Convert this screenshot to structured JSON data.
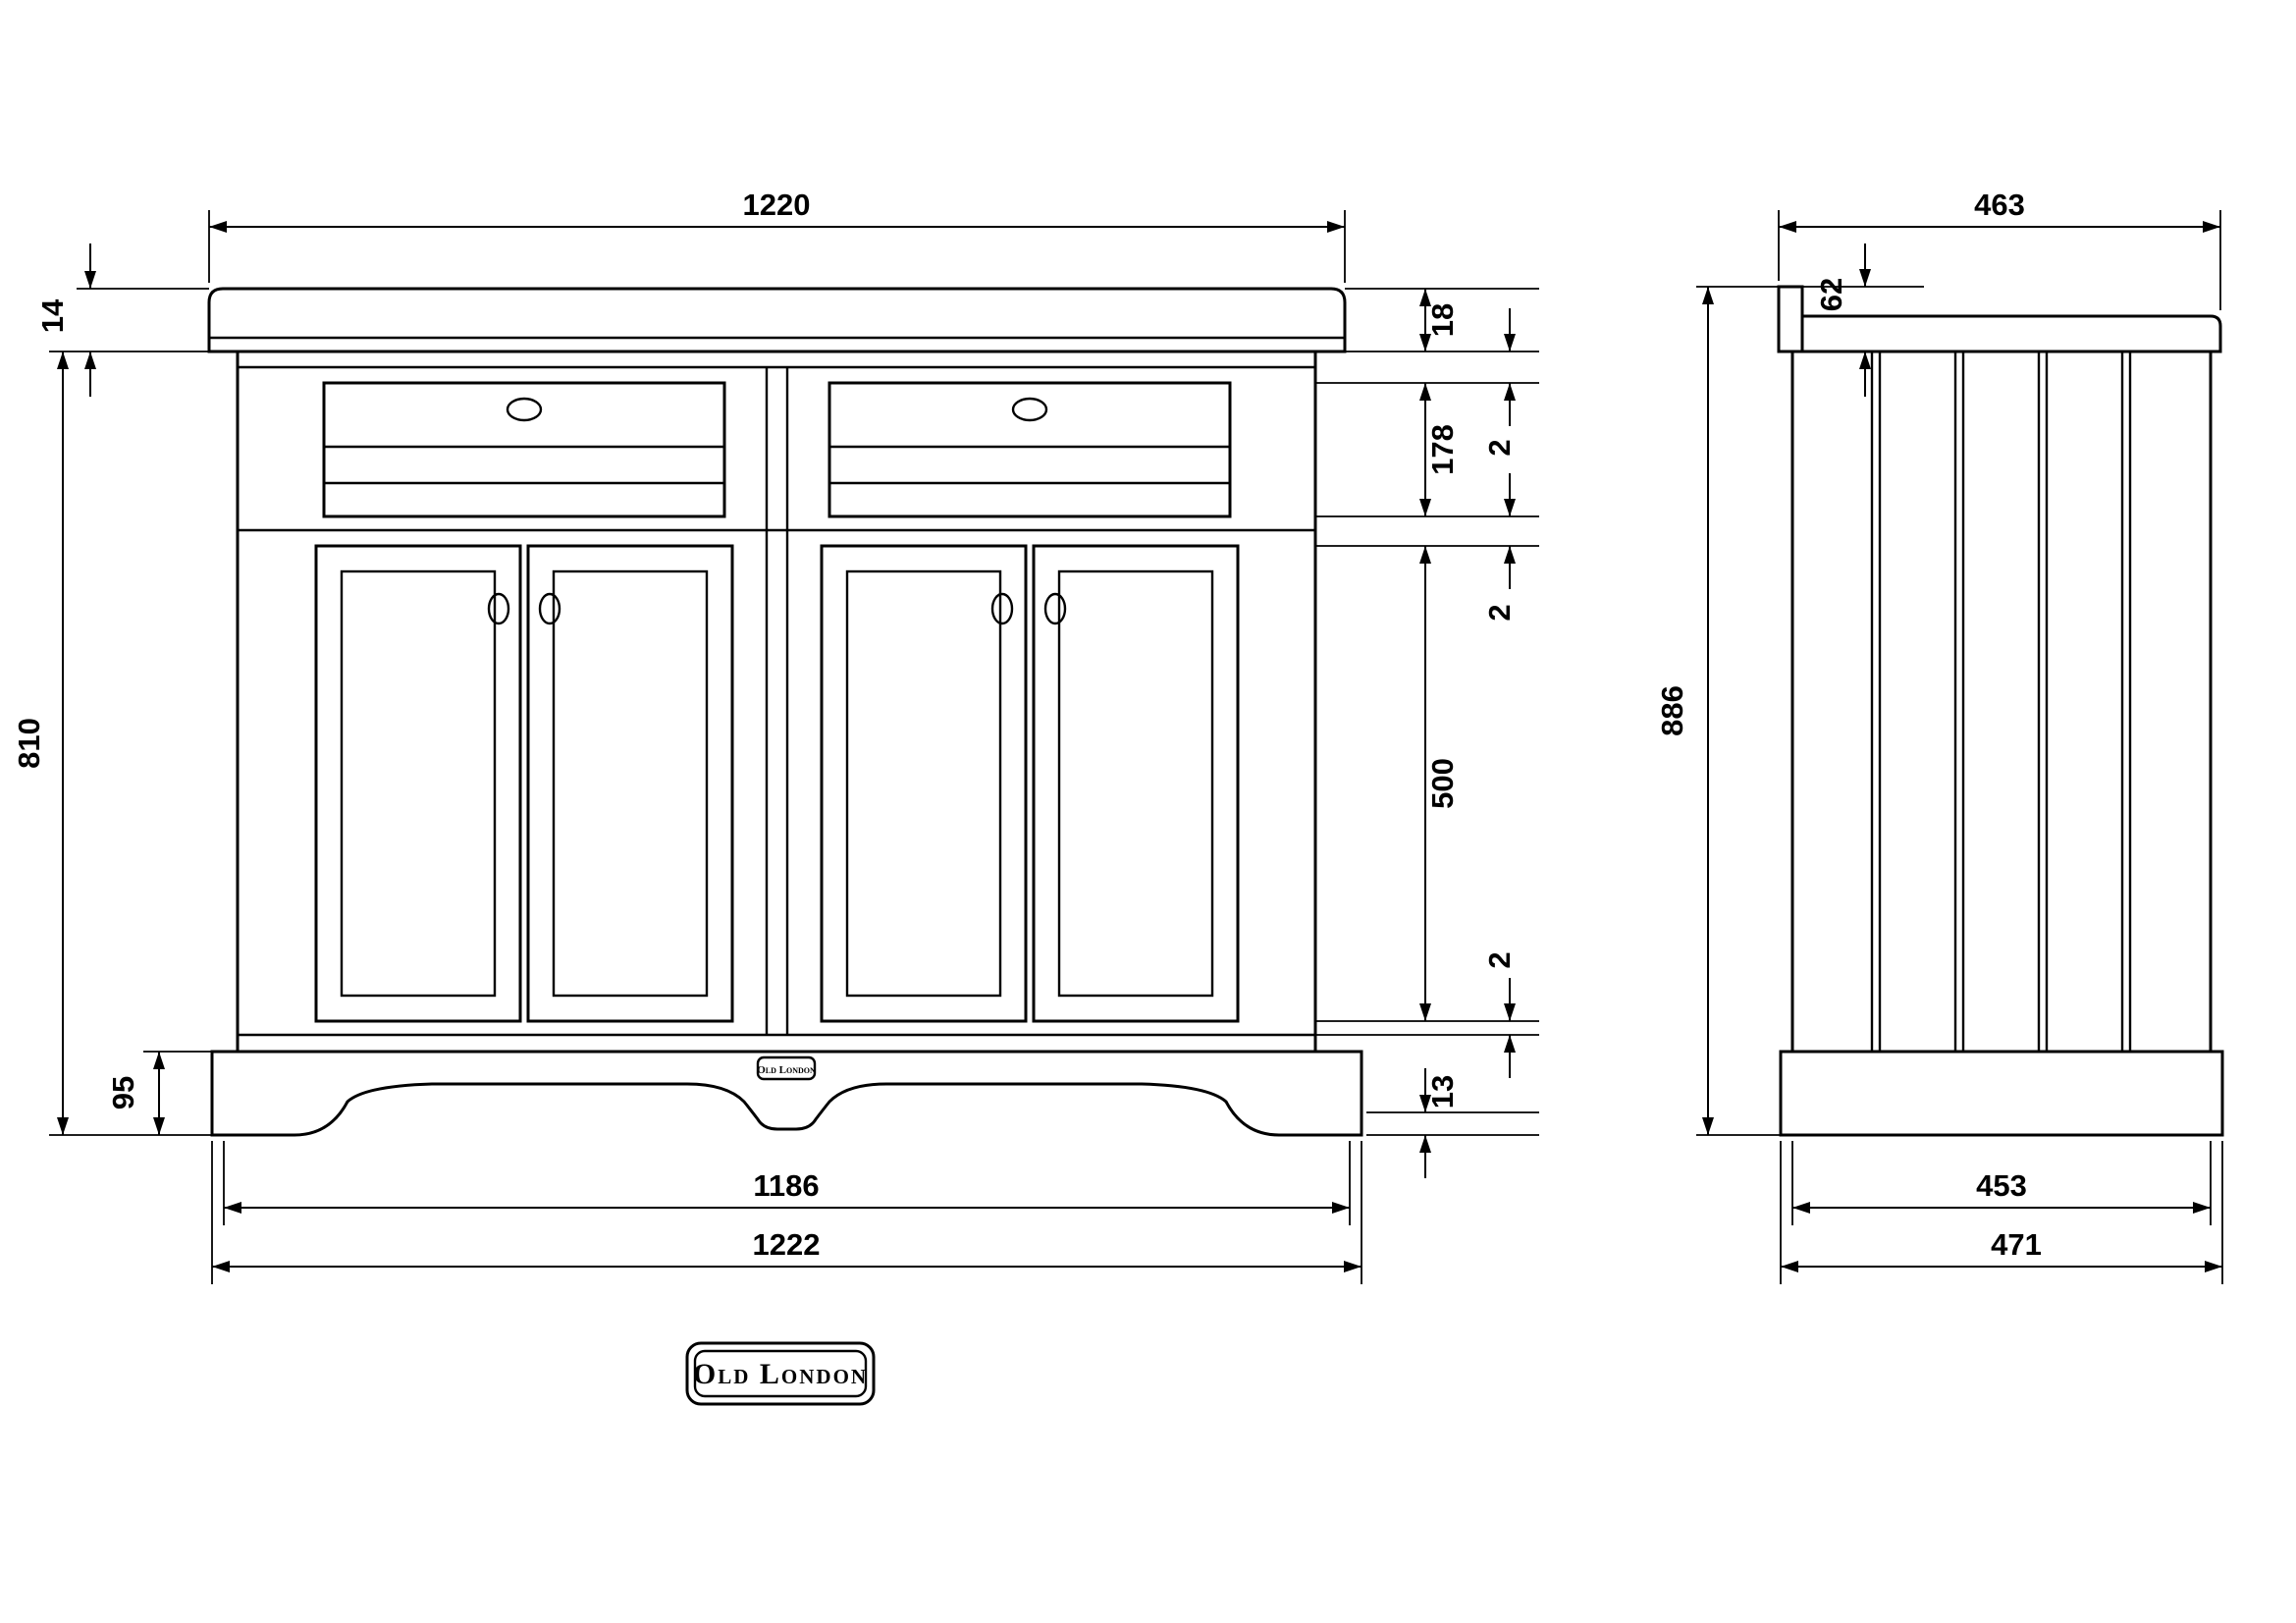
{
  "front_view": {
    "dims": {
      "counter_width": "1220",
      "counter_front_lip": "14",
      "cabinet_height": "810",
      "plinth_height": "95",
      "counter_thickness": "18",
      "gap_counter_drawer": "2",
      "drawer_front_height": "178",
      "gap_drawer_door": "2",
      "door_height": "500",
      "gap_door_rail": "2",
      "bottom_rail_height": "13",
      "base_width": "1186",
      "overall_width": "1222"
    }
  },
  "side_view": {
    "dims": {
      "counter_depth": "463",
      "upstand_height": "62",
      "overall_height": "886",
      "cabinet_depth": "453",
      "overall_depth": "471"
    }
  },
  "branding": {
    "logo_text": "Old London",
    "plinth_badge_text": "Old London"
  }
}
